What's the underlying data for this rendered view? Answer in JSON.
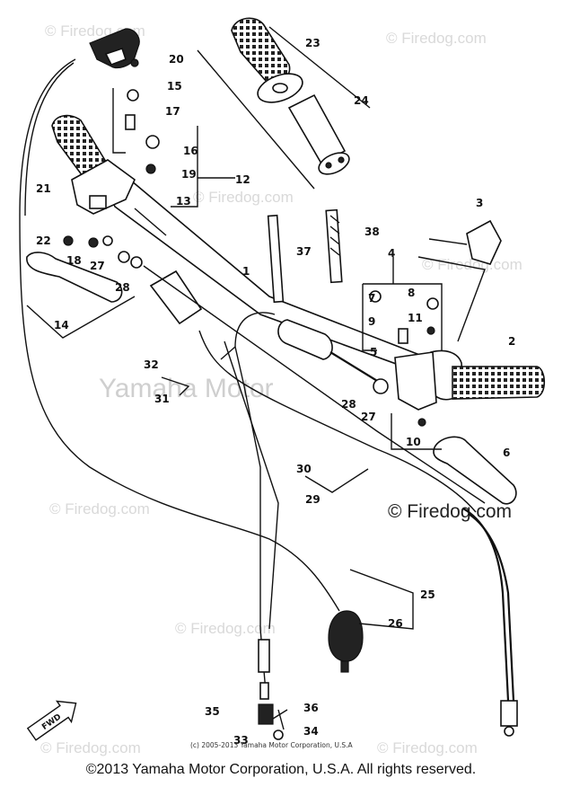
{
  "watermarks": {
    "firedog": "© Firedog.com",
    "yamaha_motor": "Yamaha Motor"
  },
  "highlight_watermark": "© Firedog.com",
  "callouts": [
    "20",
    "23",
    "15",
    "17",
    "24",
    "16",
    "19",
    "12",
    "21",
    "13",
    "3",
    "22",
    "18",
    "27",
    "37",
    "38",
    "4",
    "28",
    "14",
    "1",
    "7",
    "8",
    "9",
    "11",
    "2",
    "5",
    "32",
    "31",
    "28",
    "27",
    "10",
    "6",
    "30",
    "29",
    "25",
    "26",
    "35",
    "36",
    "33",
    "34"
  ],
  "fwd_label": "FWD",
  "inner_copyright": "(c) 2005-2013 Yamaha Motor Corporation, U.S.A",
  "footer_copyright": "©2013 Yamaha Motor Corporation, U.S.A. All rights reserved."
}
